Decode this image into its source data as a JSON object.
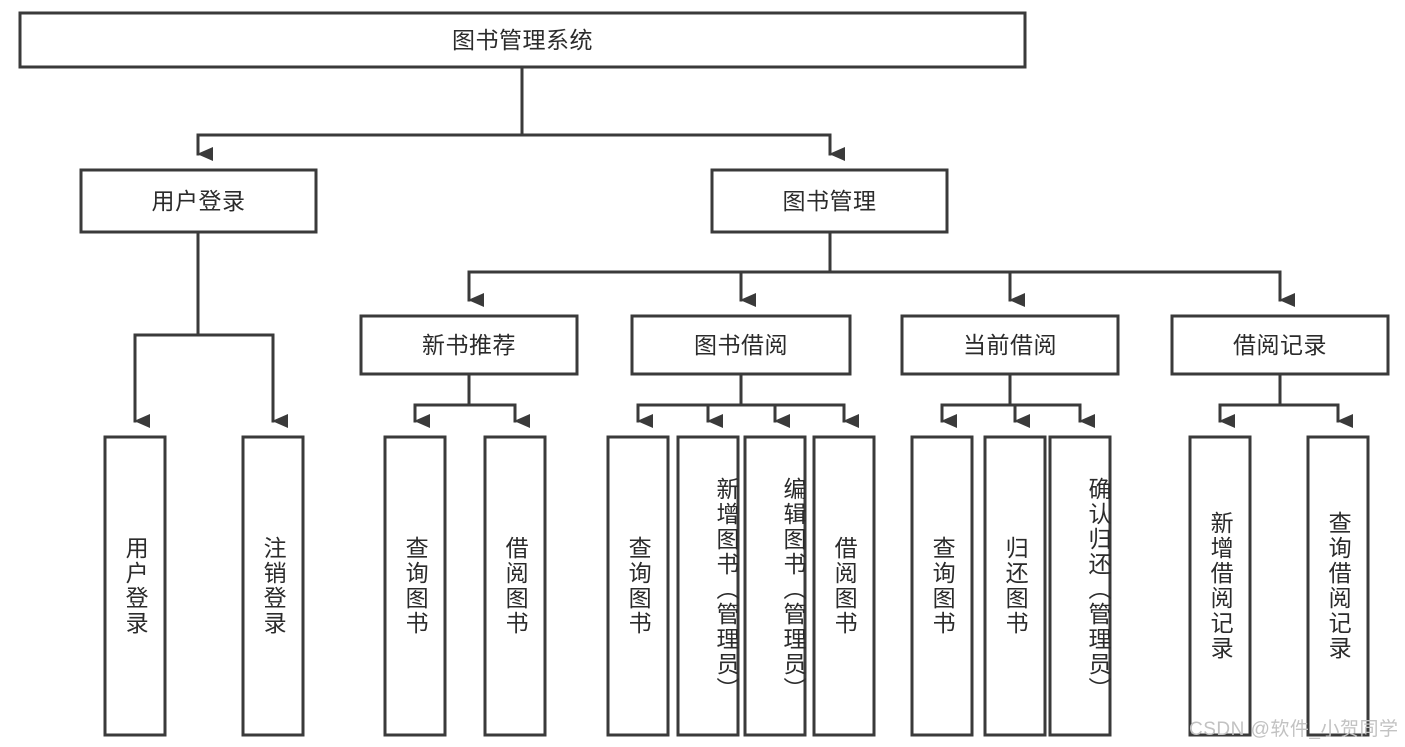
{
  "diagram": {
    "title": "图书管理系统",
    "type": "tree-hierarchy-chart",
    "colors": {
      "box_stroke": "#3a3a3a",
      "box_fill": "#ffffff",
      "text": "#2b2b2b",
      "background": "#ffffff",
      "watermark": "#c2c2c2"
    },
    "root": {
      "label": "图书管理系统"
    },
    "level2": [
      {
        "label": "用户登录"
      },
      {
        "label": "图书管理"
      }
    ],
    "level3": [
      {
        "label": "新书推荐"
      },
      {
        "label": "图书借阅"
      },
      {
        "label": "当前借阅"
      },
      {
        "label": "借阅记录"
      }
    ],
    "leaves": {
      "user_login": [
        {
          "label": "用户登录"
        },
        {
          "label": "注销登录"
        }
      ],
      "new_book_recommend": [
        {
          "label": "查询图书"
        },
        {
          "label": "借阅图书"
        }
      ],
      "book_borrow": [
        {
          "label": "查询图书"
        },
        {
          "label": "新增图书（管理员）"
        },
        {
          "label": "编辑图书（管理员）"
        },
        {
          "label": "借阅图书"
        }
      ],
      "current_borrow": [
        {
          "label": "查询图书"
        },
        {
          "label": "归还图书"
        },
        {
          "label": "确认归还（管理员）"
        }
      ],
      "borrow_record": [
        {
          "label": "新增借阅记录"
        },
        {
          "label": "查询借阅记录"
        }
      ]
    }
  },
  "watermark": {
    "text": "CSDN @软件_小贺同学"
  }
}
